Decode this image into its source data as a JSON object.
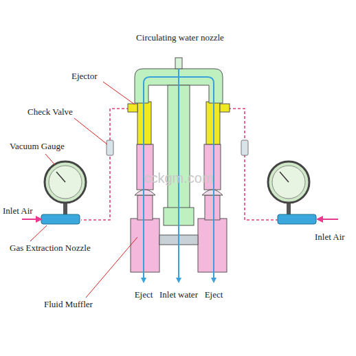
{
  "diagram": {
    "labels": [
      "Circulating water nozzle",
      "Ejector",
      "Check Valve",
      "Vacuum Gauge",
      "Inlet Air",
      "Gas Extraction Nozzle",
      "Fluid Muffler",
      "Eject",
      "Inlet water",
      "Eject",
      "Inlet Air",
      "cckgm.com"
    ]
  }
}
